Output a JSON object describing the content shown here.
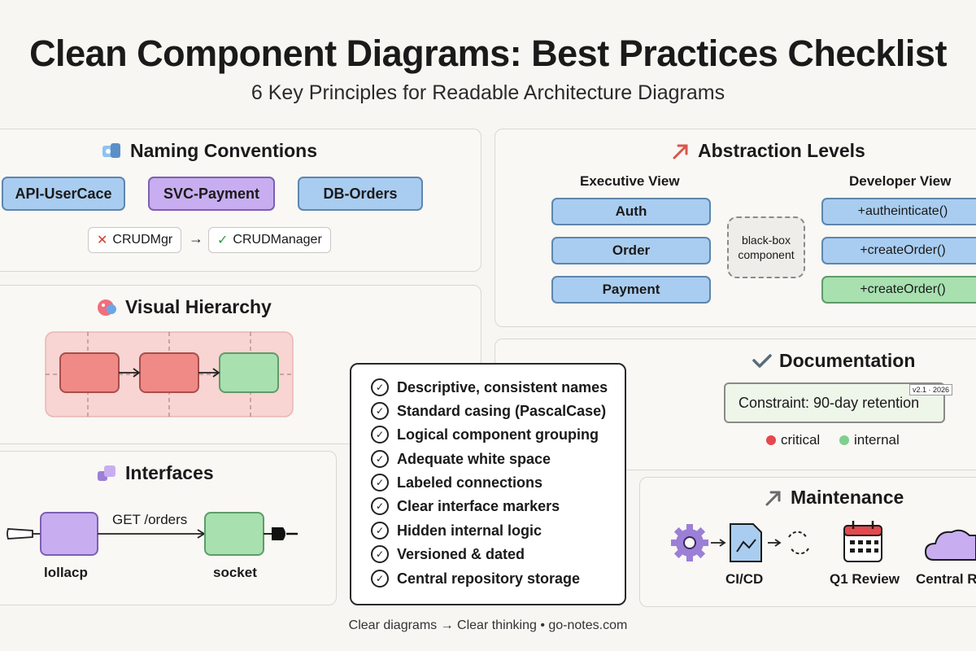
{
  "header": {
    "title": "Clean Component Diagrams: Best Practices Checklist",
    "subtitle": "6 Key Principles for Readable Architecture Diagrams"
  },
  "naming": {
    "title": "Naming Conventions",
    "tags": [
      "API-UserCace",
      "SVC-Payment",
      "DB-Orders"
    ],
    "bad": "CRUDMgr",
    "good": "CRUDManager"
  },
  "abstraction": {
    "title": "Abstraction Levels",
    "exec_label": "Executive View",
    "dev_label": "Developer View",
    "exec_items": [
      "Auth",
      "Order",
      "Payment"
    ],
    "dev_items": [
      "+autheinticate()",
      "+createOrder()",
      "+createOrder()"
    ],
    "blackbox": "black-box component"
  },
  "hierarchy": {
    "title": "Visual Hierarchy"
  },
  "interfaces": {
    "title": "Interfaces",
    "arrow_label": "GET /orders",
    "left_label": "lollacp",
    "right_label": "socket"
  },
  "checklist": {
    "items": [
      "Descriptive, consistent names",
      "Standard casing (PascalCase)",
      "Logical component grouping",
      "Adequate white space",
      "Labeled connections",
      "Clear interface markers",
      "Hidden internal logic",
      "Versioned & dated",
      "Central repository storage"
    ]
  },
  "documentation": {
    "title": "Documentation",
    "constraint": "Constraint: 90-day retention",
    "version": "v2.1 · 2026",
    "legend": [
      "critical",
      "internal"
    ]
  },
  "maintenance": {
    "title": "Maintenance",
    "labels": [
      "CI/CD",
      "Q1 Review",
      "Central R"
    ]
  },
  "footer": "Clear diagrams → Clear thinking • go-notes.com"
}
